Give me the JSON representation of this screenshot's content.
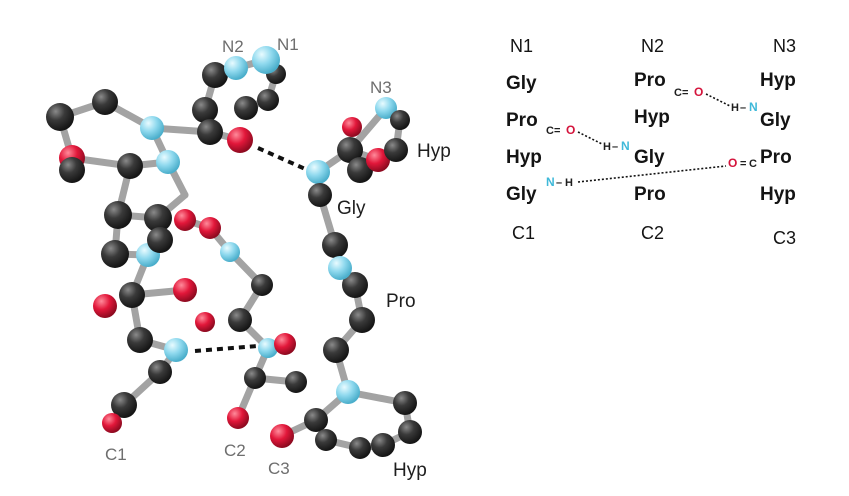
{
  "colors": {
    "carbon": "#2b2b2b",
    "nitrogen": "#7fd3ea",
    "oxygen": "#e01535",
    "bond": "#9a9a9a"
  },
  "model_labels": {
    "n2": "N2",
    "n1": "N1",
    "n3": "N3",
    "hyp_top": "Hyp",
    "gly": "Gly",
    "pro": "Pro",
    "hyp_bottom": "Hyp",
    "c1": "C1",
    "c2": "C2",
    "c3": "C3"
  },
  "scheme": {
    "headers": [
      "N1",
      "N2",
      "N3"
    ],
    "col1": [
      "Gly",
      "Pro",
      "Hyp",
      "Gly"
    ],
    "col2": [
      "Pro",
      "Hyp",
      "Gly",
      "Pro"
    ],
    "col3": [
      "Hyp",
      "Gly",
      "Pro",
      "Hyp"
    ],
    "footers": [
      "C1",
      "C2",
      "C3"
    ],
    "co_label": "C=O",
    "c_label": "C",
    "o_label": "O",
    "eq_label": "=",
    "h_label": "H",
    "n_label": "N",
    "dash_label": "–"
  }
}
